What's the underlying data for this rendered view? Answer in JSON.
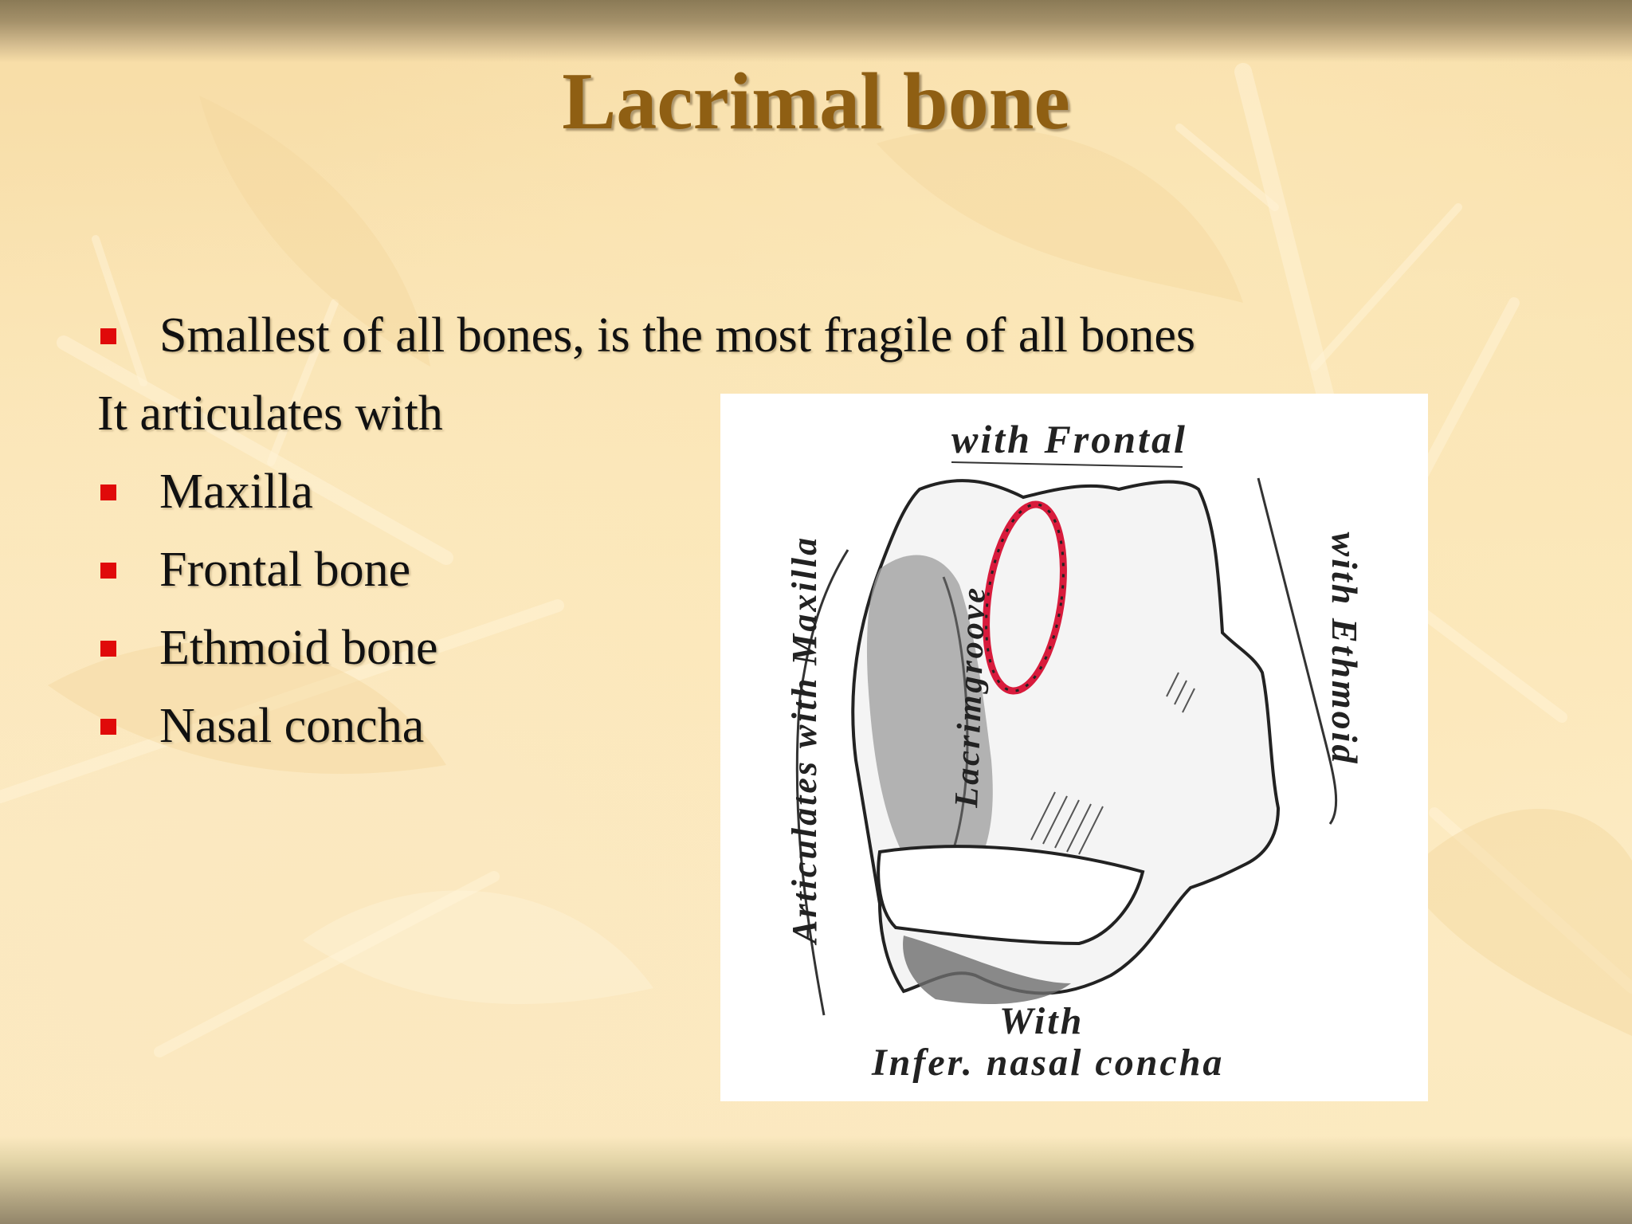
{
  "slide": {
    "title": "Lacrimal bone",
    "bullets_top": [
      "Smallest of all bones, is the most fragile of all bones"
    ],
    "intro": "It articulates with",
    "articulations": [
      "Maxilla",
      "Frontal bone",
      "Ethmoid bone",
      "Nasal concha"
    ],
    "bullet_color": "#e00a0a",
    "title_color": "#8f5f13"
  },
  "figure": {
    "label_top": "with Frontal",
    "label_left": "Articulates with Maxilla",
    "label_right": "with Ethmoid",
    "label_groove": "Lacrimgroove",
    "label_bottom_1": "With",
    "label_bottom_2": "Infer. nasal concha",
    "highlight_color": "#d81b3c"
  }
}
